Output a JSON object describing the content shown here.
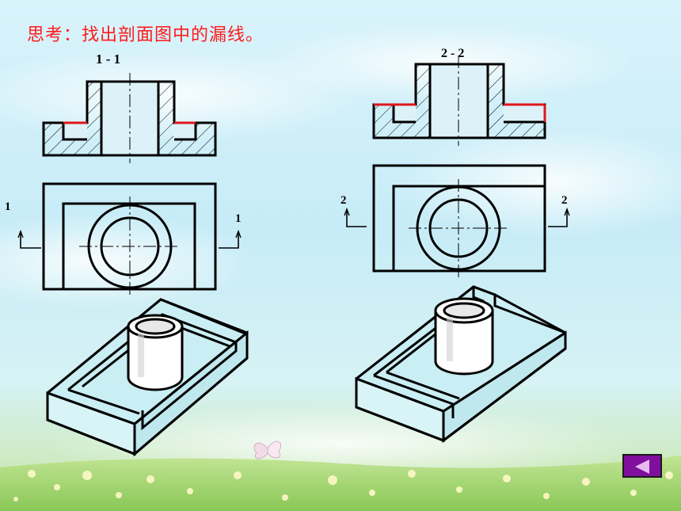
{
  "slide": {
    "title": "思考：找出剖面图中的漏线。"
  },
  "left_view": {
    "section_label": "1 - 1",
    "cut_label_left": "1",
    "cut_label_right": "1"
  },
  "right_view": {
    "section_label": "2 - 2",
    "cut_label_left": "2",
    "cut_label_right": "2"
  },
  "colors": {
    "title": "#ff1a1a",
    "missing_line": "#e0161c",
    "outline": "#000000",
    "nav_button": "#7f0f9c",
    "nav_arrow": "#e7b9ef"
  },
  "nav": {
    "prev_icon": "triangle-left-icon"
  }
}
